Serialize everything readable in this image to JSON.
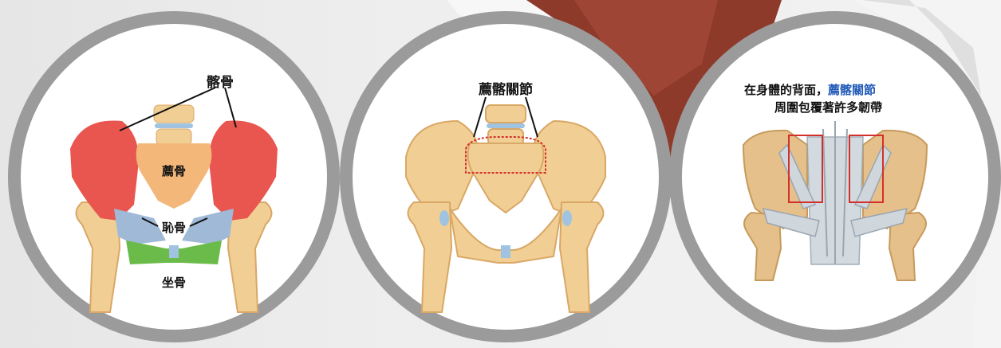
{
  "panels": [
    {
      "labels": {
        "ilium": "髂骨",
        "sacrum": "薦骨",
        "pubis": "恥骨",
        "ischium": "坐骨"
      }
    },
    {
      "labels": {
        "si_joint": "薦髂關節"
      }
    },
    {
      "caption": {
        "line1_prefix": "在身體的背面，",
        "line1_highlight": "薦髂關節",
        "line2": "周圍包覆著許多韌帶"
      }
    }
  ],
  "colors": {
    "ilium": "#e8564f",
    "sacrum": "#f2b779",
    "pubis": "#9fb9d6",
    "ischium": "#6abb4a",
    "bone": "#f1cf94",
    "bone_shade": "#d9a766",
    "ring": "#9b9b9b",
    "highlight_text": "#1f59b8",
    "annotation_box": "#d4302b"
  }
}
